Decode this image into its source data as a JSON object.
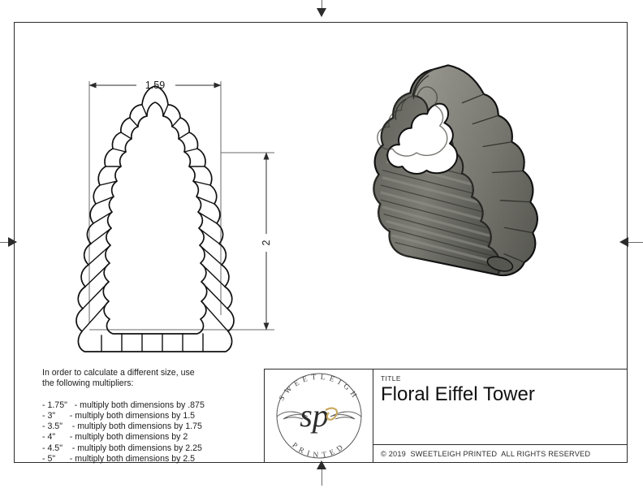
{
  "document": {
    "kind": "engineering-drawing",
    "sheet_size": "792x612"
  },
  "dimensions": {
    "width_label": "1.59",
    "height_label": "2"
  },
  "notes": {
    "intro_line1": "In order to calculate a different size, use",
    "intro_line2": "the following multipliers:",
    "multipliers": [
      {
        "size": "- 1.75\"",
        "text": "- multiply both dimensions by .875"
      },
      {
        "size": "- 3\"",
        "text": "- multiply both dimensions by 1.5"
      },
      {
        "size": "- 3.5\"",
        "text": "- multiply both dimensions by 1.75"
      },
      {
        "size": "- 4\"",
        "text": "- multiply both dimensions by 2"
      },
      {
        "size": "- 4.5\"",
        "text": "- multiply both dimensions by 2.25"
      },
      {
        "size": "- 5\"",
        "text": "- multiply both dimensions by 2.5"
      }
    ]
  },
  "title_block": {
    "title_label": "TITLE",
    "title_value": "Floral Eiffel Tower",
    "copyright": "© 2019  SWEETLEIGH PRINTED  ALL RIGHTS RESERVED",
    "logo": {
      "top_arc_text": "SWEETLEIGH",
      "bottom_arc_text": "PRINTED",
      "monogram": "sp"
    }
  },
  "colors": {
    "line": "#2b2b2b",
    "dim_line": "#6a6a6a",
    "model_light": "#8d8d86",
    "model_mid": "#6e6e68",
    "model_dark": "#4a4a45",
    "model_darkest": "#3a3a36",
    "logo_accent": "#c9a961"
  },
  "markers": {
    "top": "center-mark-down",
    "bottom": "center-mark-up",
    "left": "center-mark-right",
    "right": "center-mark-left"
  }
}
